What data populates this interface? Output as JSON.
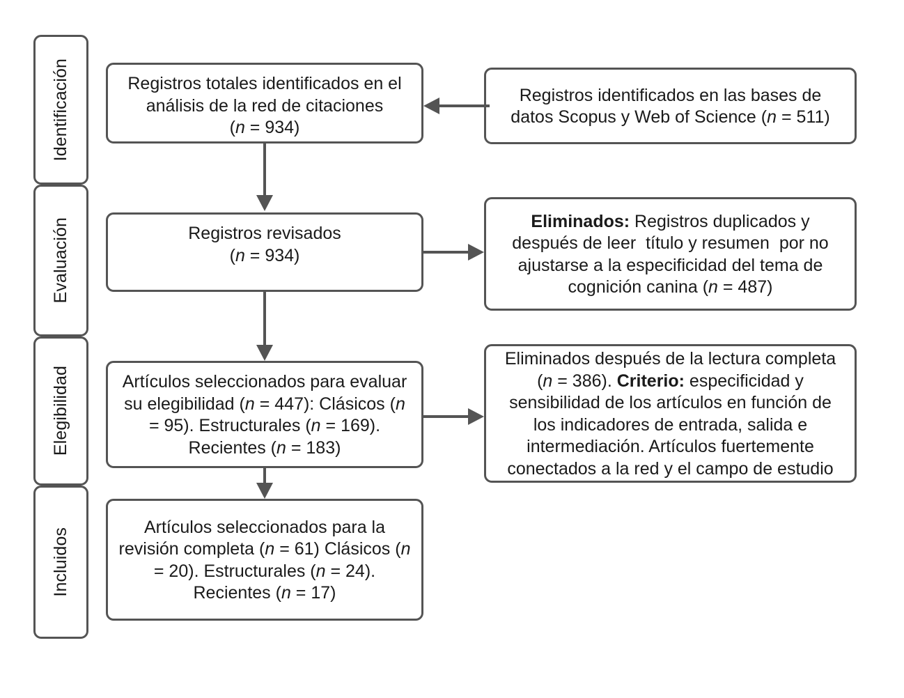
{
  "figure": {
    "type": "prisma-flow-diagram",
    "language": "es",
    "line_color": "#545454",
    "text_color": "#1a1a1a",
    "background": "#ffffff"
  },
  "stages": [
    {
      "id": "identificacion",
      "label": "Identificación"
    },
    {
      "id": "evaluacion",
      "label": "Evaluación"
    },
    {
      "id": "elegibilidad",
      "label": "Elegibilidad"
    },
    {
      "id": "incluidos",
      "label": "Incluidos"
    }
  ],
  "boxes": {
    "registros_totales": {
      "html": "Registros totales identificados en el análisis de la red de citaciones\n(<i>n</i> = 934)",
      "n": 934
    },
    "registros_bases_datos": {
      "html": "Registros identificados en las bases de datos Scopus y Web of Science (<i>n</i> = 511)",
      "n": 511
    },
    "registros_revisados": {
      "html": "Registros revisados\n(<i>n</i> = 934)",
      "n": 934
    },
    "eliminados_cribado": {
      "html": "<b>Eliminados:</b> Registros duplicados y después de leer  título y resumen  por no ajustarse a la especificidad del tema de cognición canina (<i>n</i> = 487)",
      "n": 487
    },
    "articulos_elegibilidad": {
      "html": "Artículos seleccionados para evaluar su elegibilidad (<i>n</i> = 447): Clásicos (<i>n</i> = 95). Estructurales (<i>n</i> = 169). Recientes (<i>n</i> = 183)",
      "n": 447,
      "clasicos": 95,
      "estructurales": 169,
      "recientes": 183
    },
    "eliminados_texto_completo": {
      "html": "Eliminados después de la lectura completa (<i>n</i> = 386). <b>Criterio:</b> especificidad y sensibilidad de los artículos en función de los indicadores de entrada, salida e intermediación. Artículos fuertemente conectados a la red y el campo de estudio",
      "n": 386
    },
    "articulos_incluidos": {
      "html": "Artículos seleccionados para la revisión completa (<i>n</i> = 61) Clásicos (<i>n</i> = 20). Estructurales (<i>n</i> = 24). Recientes (<i>n</i> = 17)",
      "n": 61,
      "clasicos": 20,
      "estructurales": 24,
      "recientes": 17
    }
  }
}
